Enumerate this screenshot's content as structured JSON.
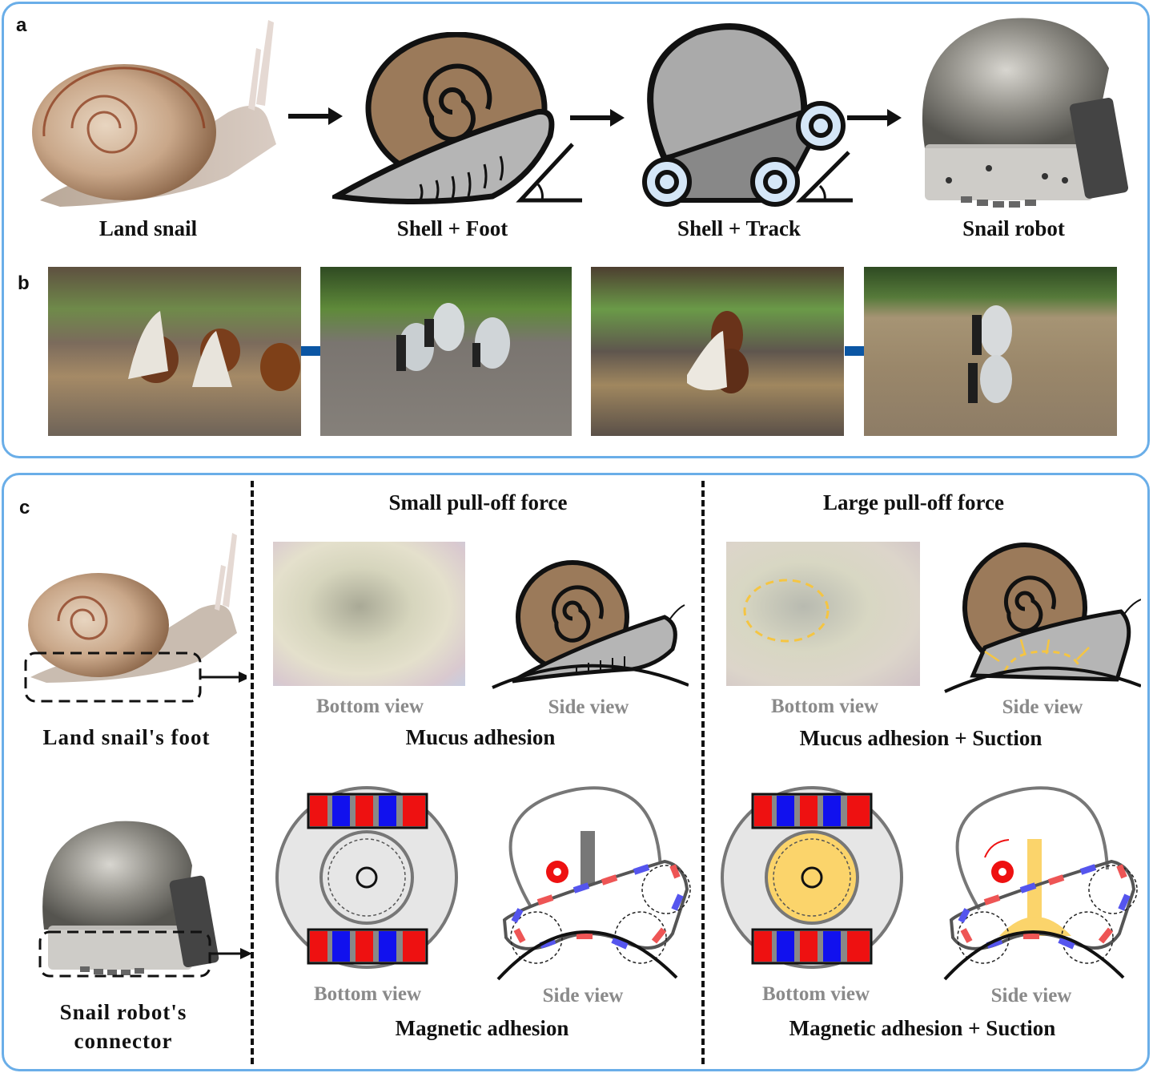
{
  "panel_a": {
    "letter": "a",
    "steps": [
      {
        "label": "Land snail",
        "icon": "land-snail-illustration"
      },
      {
        "label": "Shell + Foot",
        "icon": "shell-foot-schematic"
      },
      {
        "label": "Shell + Track",
        "icon": "shell-track-schematic"
      },
      {
        "label": "Snail robot",
        "icon": "snail-robot-render"
      }
    ],
    "arrow_icon": "right-arrow-icon"
  },
  "panel_b": {
    "letter": "b",
    "photos": [
      {
        "subject": "three land snails climbing on each other on rock"
      },
      {
        "subject": "three snail robots assembled on rock"
      },
      {
        "subject": "two land snails stacked vertically on rock"
      },
      {
        "subject": "two snail robots stacked vertically on rock"
      }
    ],
    "connector_color": "#0b56a4"
  },
  "panel_c": {
    "letter": "c",
    "left": {
      "snail_label": "Land snail's foot",
      "robot_label_line1": "Snail robot's",
      "robot_label_line2": "connector"
    },
    "columns": [
      {
        "title": "Small pull-off force"
      },
      {
        "title": "Large pull-off force"
      }
    ],
    "rows": {
      "top": {
        "small": {
          "bottom_label": "Bottom view",
          "side_label": "Side view",
          "mechanism": "Mucus adhesion"
        },
        "large": {
          "bottom_label": "Bottom view",
          "side_label": "Side view",
          "mechanism": "Mucus adhesion + Suction"
        }
      },
      "bottom": {
        "small": {
          "bottom_label": "Bottom view",
          "side_label": "Side view",
          "mechanism": "Magnetic adhesion"
        },
        "large": {
          "bottom_label": "Bottom view",
          "side_label": "Side view",
          "mechanism": "Magnetic adhesion + Suction"
        }
      }
    },
    "colors": {
      "magnet_red": "#ee1111",
      "magnet_blue": "#1111ee",
      "suction_yellow": "#fbd46b",
      "shell_brown": "#9b7a5a",
      "foot_gray": "#b5b5b5",
      "gear_red": "#ee1111"
    }
  },
  "border_color": "#6aaee8"
}
